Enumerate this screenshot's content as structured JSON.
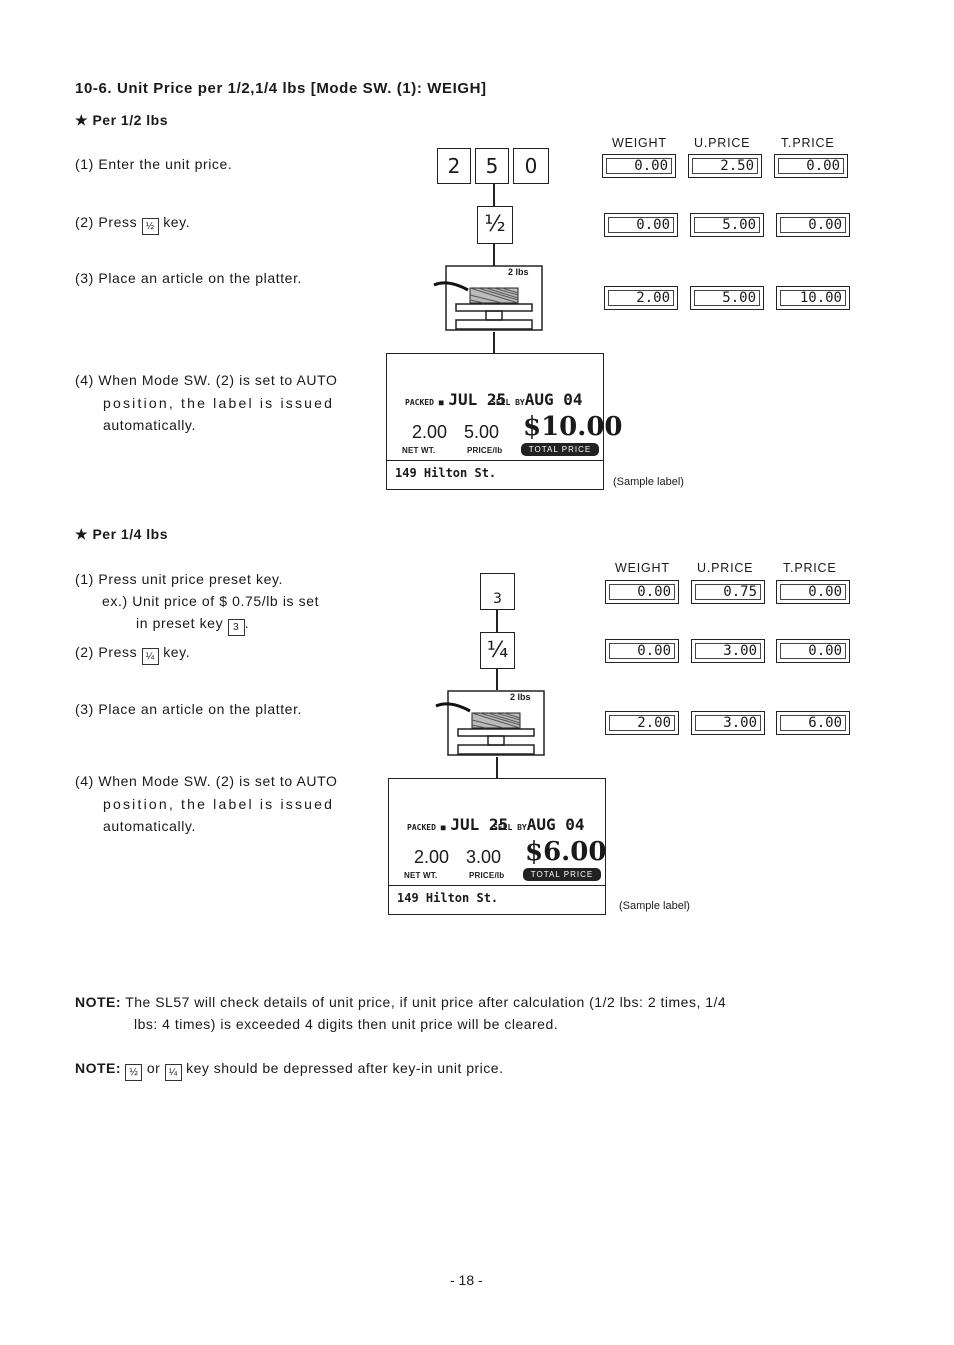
{
  "heading": "10-6. Unit Price per 1/2,1/4 lbs [Mode SW. (1): WEIGH]",
  "section1": {
    "title": "★ Per 1/2 lbs",
    "step1": "(1) Enter the unit price.",
    "step2_pre": "(2) Press",
    "step2_post": "key.",
    "step3": "(3) Place an article on the platter.",
    "step4_line1": "(4) When Mode SW. (2) is set to AUTO",
    "step4_line2": "position, the label is issued",
    "step4_line3": "automatically.",
    "keys": [
      "2",
      "5",
      "0"
    ],
    "half_key": "½",
    "scale_label": "2 lbs",
    "columns": [
      "WEIGHT",
      "U.PRICE",
      "T.PRICE"
    ],
    "displays": [
      [
        "0.00",
        "2.50",
        "0.00"
      ],
      [
        "0.00",
        "5.00",
        "0.00"
      ],
      [
        "2.00",
        "5.00",
        "10.00"
      ]
    ],
    "label": {
      "packed": "JUL 25",
      "sell_by": "AUG 04",
      "weight": "2.00",
      "unit_price": "5.00",
      "total": "$10.00",
      "net_wt": "NET WT.",
      "price_lb": "PRICE/lb",
      "total_price": "TOTAL PRICE",
      "address": "149 Hilton St."
    },
    "sample": "(Sample label)"
  },
  "section2": {
    "title": "★ Per 1/4 lbs",
    "step1": "(1) Press unit price preset key.",
    "step1b": "ex.) Unit price of $ 0.75/lb is set",
    "step1c": "in preset key",
    "step2_pre": "(2) Press",
    "step2_post": "key.",
    "step3": "(3) Place an article on the platter.",
    "step4_line1": "(4) When Mode SW. (2) is set to AUTO",
    "step4_line2": "position, the label is issued",
    "step4_line3": "automatically.",
    "preset_key": "3",
    "quarter_key": "¼",
    "scale_label": "2 lbs",
    "columns": [
      "WEIGHT",
      "U.PRICE",
      "T.PRICE"
    ],
    "displays": [
      [
        "0.00",
        "0.75",
        "0.00"
      ],
      [
        "0.00",
        "3.00",
        "0.00"
      ],
      [
        "2.00",
        "3.00",
        "6.00"
      ]
    ],
    "label": {
      "packed": "JUL 25",
      "sell_by": "AUG 04",
      "weight": "2.00",
      "unit_price": "3.00",
      "total": "$6.00",
      "net_wt": "NET WT.",
      "price_lb": "PRICE/lb",
      "total_price": "TOTAL PRICE",
      "address": "149 Hilton St."
    },
    "sample": "(Sample label)"
  },
  "notes": {
    "note1_label": "NOTE:",
    "note1_line1": "The SL57 will check details of unit price, if unit price after calculation (1/2 lbs: 2 times, 1/4",
    "note1_line2": "lbs: 4 times) is exceeded 4 digits then unit price will be cleared.",
    "note2_label": "NOTE:",
    "note2_or": "or",
    "note2_text": "key should be depressed after key-in unit price."
  },
  "page_number": "- 18 -"
}
